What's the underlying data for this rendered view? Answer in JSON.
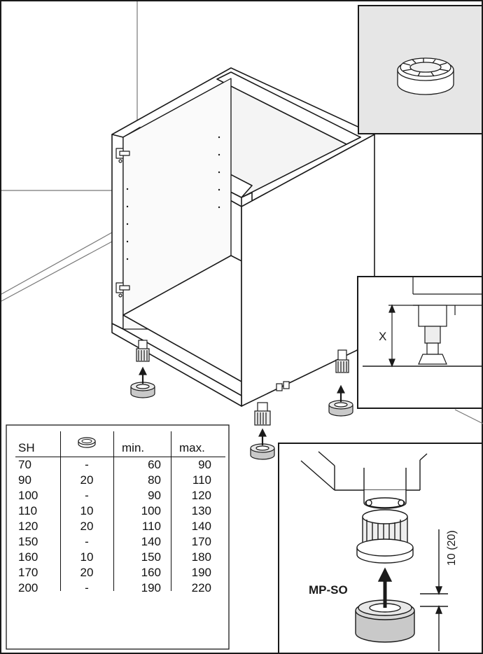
{
  "table": {
    "headers": {
      "sh": "SH",
      "min": "min.",
      "max": "max."
    },
    "spacer_icon": "foot-spacer-ring-icon",
    "rows": [
      {
        "sh": "70",
        "spacer": "-",
        "min": "60",
        "max": "90"
      },
      {
        "sh": "90",
        "spacer": "20",
        "min": "80",
        "max": "110"
      },
      {
        "sh": "100",
        "spacer": "-",
        "min": "90",
        "max": "120"
      },
      {
        "sh": "110",
        "spacer": "10",
        "min": "100",
        "max": "130"
      },
      {
        "sh": "120",
        "spacer": "20",
        "min": "110",
        "max": "140"
      },
      {
        "sh": "150",
        "spacer": "-",
        "min": "140",
        "max": "170"
      },
      {
        "sh": "160",
        "spacer": "10",
        "min": "150",
        "max": "180"
      },
      {
        "sh": "170",
        "spacer": "20",
        "min": "160",
        "max": "190"
      },
      {
        "sh": "200",
        "spacer": "-",
        "min": "190",
        "max": "220"
      }
    ]
  },
  "labels": {
    "dimension_x": "X",
    "part_code": "MP-SO",
    "spacer_height": "10 (20)"
  },
  "colors": {
    "line": "#1a1a1a",
    "inset_bg": "#e6e6e6",
    "spacer_fill": "#c9c9c9",
    "paper": "#ffffff"
  }
}
